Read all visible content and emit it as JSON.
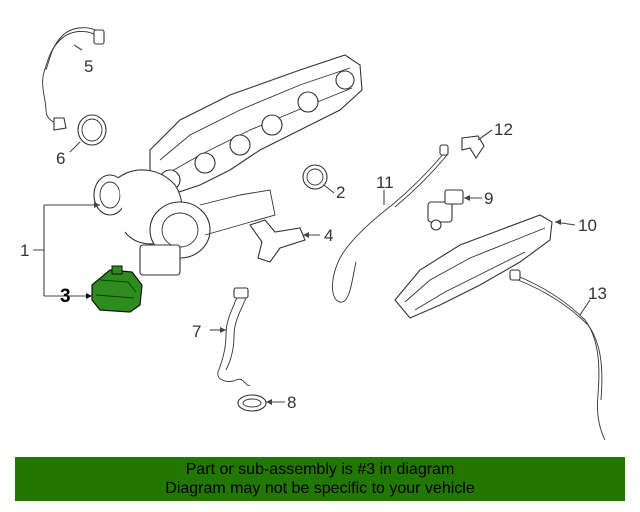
{
  "diagram": {
    "callouts": [
      "1",
      "2",
      "3",
      "4",
      "5",
      "6",
      "7",
      "8",
      "9",
      "10",
      "11",
      "12",
      "13"
    ],
    "highlighted_part": "3"
  },
  "banner": {
    "line1": "Part or sub-assembly is #3 in diagram",
    "line2": "Diagram may not be specific to your vehicle",
    "background_color": "#227700",
    "text_color": "#000000"
  },
  "colors": {
    "highlight_part": "#2e8b1e",
    "line_art": "#333333"
  }
}
